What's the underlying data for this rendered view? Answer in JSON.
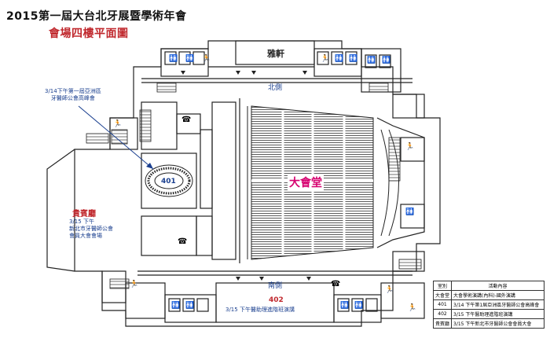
{
  "header": {
    "title": "2015第一屆大台北牙展暨學術年會",
    "subtitle": "會場四樓平面圖"
  },
  "rooms": {
    "yaxuan": "雅軒",
    "north": "北側",
    "south": "南側",
    "great_hall": "大會堂",
    "room401": "401",
    "vip_hall": "貴賓廳",
    "room402": "402"
  },
  "annotations": {
    "north_note": [
      "3/14下午第一屆亞洲區",
      "牙醫師公會高峰會"
    ],
    "vip_note": [
      "3/15 下午",
      "新北市牙醫師公會",
      "會員大會會場"
    ],
    "room402_note": "3/15 下午醫助理進階班演講"
  },
  "schedule": {
    "headers": [
      "室別",
      "活動內容"
    ],
    "rows": [
      {
        "room": "大會堂",
        "event": "大會學術演講(內科)-國外演講"
      },
      {
        "room": "401",
        "event": "3/14 下午第1屆亞洲區牙醫師公會高峰會"
      },
      {
        "room": "402",
        "event": "3/15 下午醫助理進階班演講"
      },
      {
        "room": "貴賓廳",
        "event": "3/15 下午新北市牙醫師公會會員大會"
      }
    ]
  },
  "colors": {
    "title": "#111111",
    "subtitle": "#c0282d",
    "great_hall": "#d6006f",
    "annotation": "#1a3f8f",
    "walls": "#222222"
  }
}
